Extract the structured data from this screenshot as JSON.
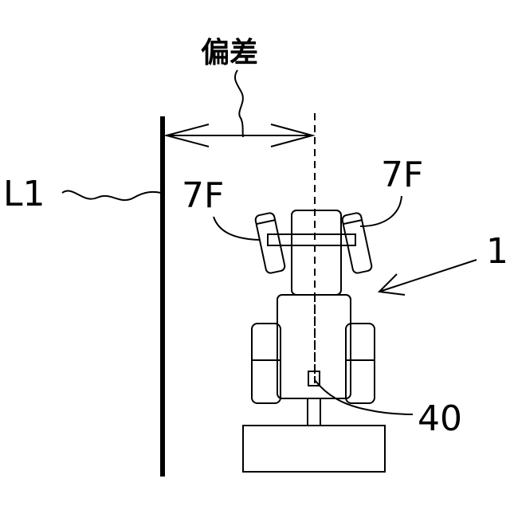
{
  "labels": {
    "deviation": "偏差",
    "line": "L1",
    "front_wheel_left": "7F",
    "front_wheel_right": "7F",
    "vehicle": "1",
    "sensor": "40"
  },
  "colors": {
    "ink": "#000000",
    "background": "#ffffff"
  }
}
